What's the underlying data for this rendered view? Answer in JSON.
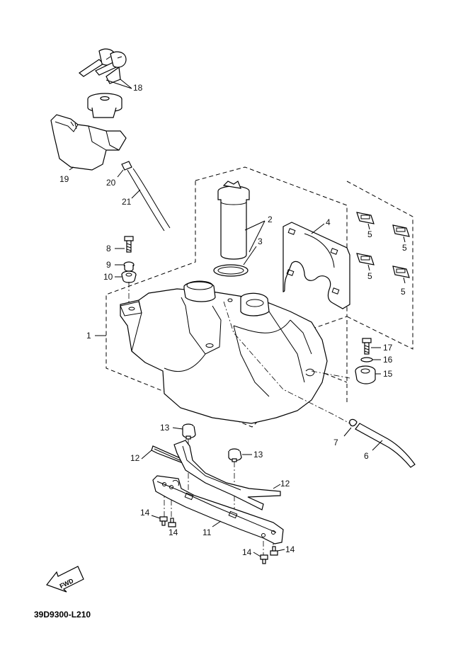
{
  "diagram": {
    "code": "39D9300-L210",
    "fwd_label": "FWD",
    "labels": {
      "p1": "1",
      "p2": "2",
      "p3": "3",
      "p4": "4",
      "p5a": "5",
      "p5b": "5",
      "p5c": "5",
      "p5d": "5",
      "p6": "6",
      "p7": "7",
      "p8": "8",
      "p9": "9",
      "p10": "10",
      "p11": "11",
      "p12a": "12",
      "p12b": "12",
      "p13a": "13",
      "p13b": "13",
      "p14a": "14",
      "p14b": "14",
      "p14c": "14",
      "p14d": "14",
      "p15": "15",
      "p16": "16",
      "p17": "17",
      "p18": "18",
      "p19": "19",
      "p20": "20",
      "p21": "21"
    }
  }
}
